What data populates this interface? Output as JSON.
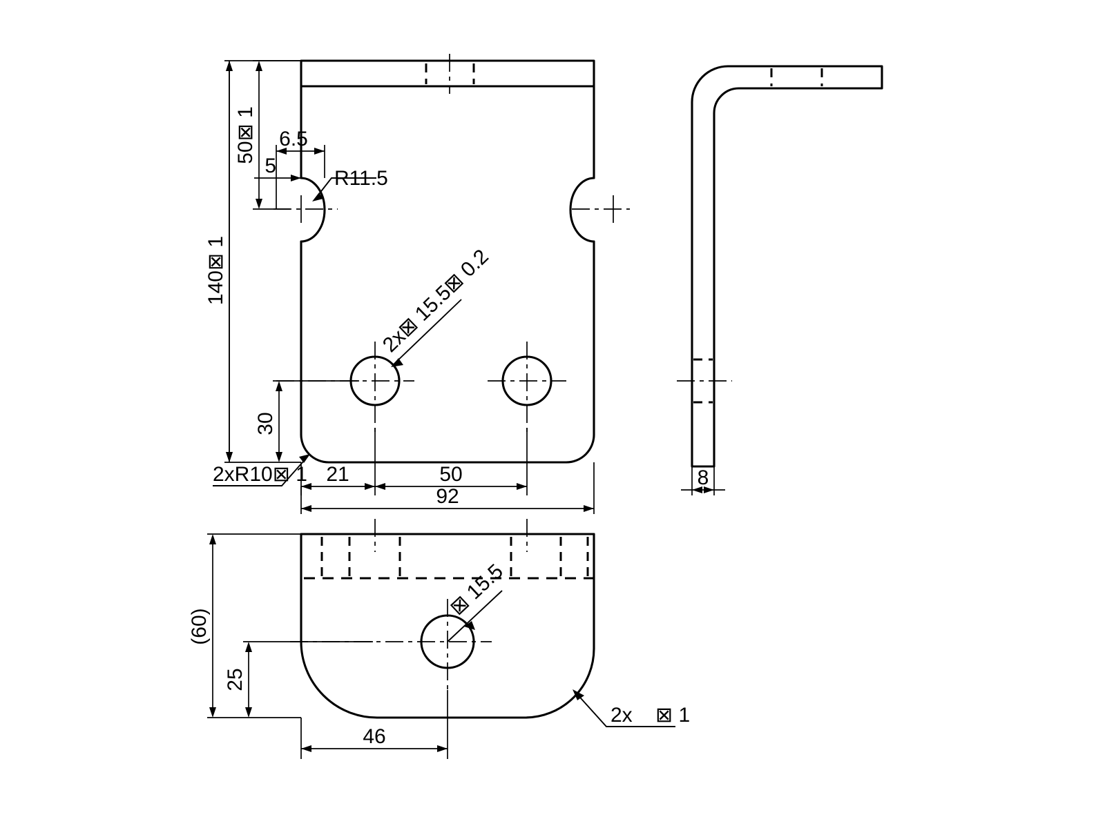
{
  "drawing": {
    "title": "Sheet metal L-bracket engineering drawing",
    "line_color": "#000000",
    "background_color": "#ffffff",
    "views": [
      {
        "name": "front-view",
        "label": ""
      },
      {
        "name": "side-view",
        "label": ""
      },
      {
        "name": "bottom-view",
        "label": ""
      }
    ]
  },
  "dimensions": {
    "front_view": {
      "overall_height": "140⊠ 1",
      "top_flange_height": "50⊠ 1",
      "notch_width": "6.5",
      "notch_offset": "5",
      "notch_radius": "R11.5",
      "hole_height": "30",
      "hole_first_offset": "21",
      "hole_spacing": "50",
      "overall_width": "92",
      "corner_radius_note": "2xR10⊠ 1",
      "hole_callout": "2x⊠ 15.5⊠ 0.2"
    },
    "side_view": {
      "thickness": "8"
    },
    "bottom_view": {
      "depth_reference": "(60)",
      "hole_height": "25",
      "hole_offset": "46",
      "hole_callout": "⊠ 15.5",
      "corner_radius_note": "2x    ⊠ 1"
    }
  },
  "annotations": [
    {
      "id": "overall-height",
      "text": "140⊠ 1",
      "orientation": "vertical"
    },
    {
      "id": "flange-height",
      "text": "50⊠ 1",
      "orientation": "vertical"
    },
    {
      "id": "notch-width",
      "text": "6.5",
      "orientation": "horizontal"
    },
    {
      "id": "notch-offset",
      "text": "5",
      "orientation": "horizontal"
    },
    {
      "id": "notch-radius",
      "text": "R11.5",
      "orientation": "horizontal"
    },
    {
      "id": "hole-diameter-front",
      "text": "2x⊠ 15.5⊠ 0.2",
      "orientation": "diagonal"
    },
    {
      "id": "hole-height-front",
      "text": "30",
      "orientation": "vertical"
    },
    {
      "id": "corner-radius-front",
      "text": "2xR10⊠ 1",
      "orientation": "horizontal"
    },
    {
      "id": "hole-offset-21",
      "text": "21",
      "orientation": "horizontal"
    },
    {
      "id": "hole-spacing-50",
      "text": "50",
      "orientation": "horizontal"
    },
    {
      "id": "overall-width-92",
      "text": "92",
      "orientation": "horizontal"
    },
    {
      "id": "thickness-8",
      "text": "8",
      "orientation": "horizontal"
    },
    {
      "id": "depth-60",
      "text": "(60)",
      "orientation": "vertical"
    },
    {
      "id": "hole-height-bottom",
      "text": "25",
      "orientation": "vertical"
    },
    {
      "id": "hole-diameter-bottom",
      "text": "⊠ 15.5",
      "orientation": "diagonal"
    },
    {
      "id": "hole-offset-46",
      "text": "46",
      "orientation": "horizontal"
    },
    {
      "id": "corner-radius-bottom",
      "text": "2x    ⊠ 1",
      "orientation": "horizontal"
    }
  ]
}
